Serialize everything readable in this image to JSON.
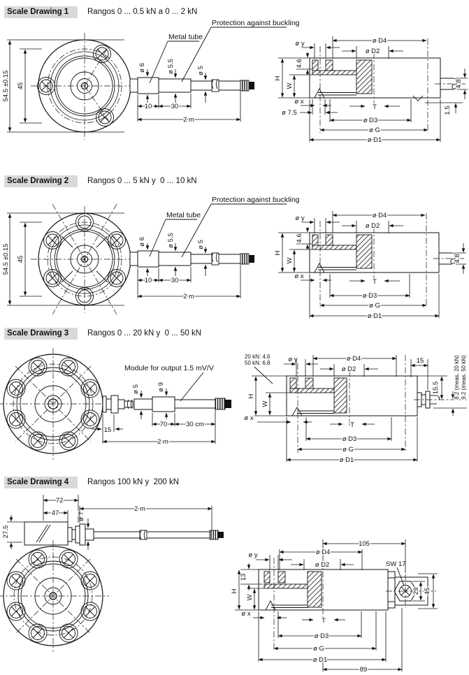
{
  "sections": {
    "s1": {
      "title": "Scale Drawing 1",
      "range": "Rangos 0 ... 0.5 kN a 0 ... 2 kN",
      "labels": {
        "protection": "Protection against buckling",
        "metal_tube": "Metal tube",
        "height_tol": "54.5 ±0.15",
        "bolt_circle": "45",
        "dia6": "ø 6",
        "dia55": "ø 5.5",
        "dia5": "ø 5",
        "len10": "10",
        "len30": "30",
        "len2m": "2 m",
        "t46": "4.6",
        "dia75": "ø 7.5",
        "t48": "4.8",
        "t15": "1.5"
      }
    },
    "s2": {
      "title": "Scale Drawing 2",
      "range": "Rangos 0 ... 5 kN y  0 ... 10 kN",
      "labels": {
        "protection": "Protection against buckling",
        "metal_tube": "Metal tube",
        "height_tol": "54.5 ±0.15",
        "bolt_circle": "45",
        "dia6": "ø 6",
        "dia55": "ø 5.5",
        "dia5": "ø 5",
        "len10": "10",
        "len30": "30",
        "len2m": "2 m",
        "t46": "4.6",
        "t48": "4.8"
      }
    },
    "s3": {
      "title": "Scale Drawing 3",
      "range": "Rangos 0 ... 20 kN y  0 ... 50 kN",
      "labels": {
        "module": "Module for output 1.5 mV/V",
        "len15": "15",
        "dia5": "ø 5",
        "dia9": "ø 9",
        "len70": "70",
        "len30cm": "30 cm",
        "len2m": "2 m",
        "note_20kn": "20 kN: 4.6",
        "note_50kn": "50 kN: 6.8",
        "len15_top": "15",
        "t155": "15.5",
        "meas_20kn": "8.2 (meas. 20 kN)",
        "meas_50kn": "9.2 (meas. 50 kN)"
      }
    },
    "s4": {
      "title": "Scale Drawing 4",
      "range": "Rangos 100 kN y  200 kN",
      "labels": {
        "len72": "72",
        "len47": "47",
        "t275": "27.5",
        "dia7": "ø 7",
        "len2m": "2 m",
        "len105": "105",
        "sw17": "SW 17",
        "t13": "13",
        "t29": "29",
        "t45": "45",
        "len89": "89"
      }
    }
  },
  "shared_dims": {
    "dia_y": "ø y",
    "dia_x": "ø x",
    "dia_D1": "ø D1",
    "dia_D2": "ø D2",
    "dia_D3": "ø D3",
    "dia_D4": "ø D4",
    "dia_G": "ø G",
    "H": "H",
    "W": "W",
    "T": "T"
  }
}
